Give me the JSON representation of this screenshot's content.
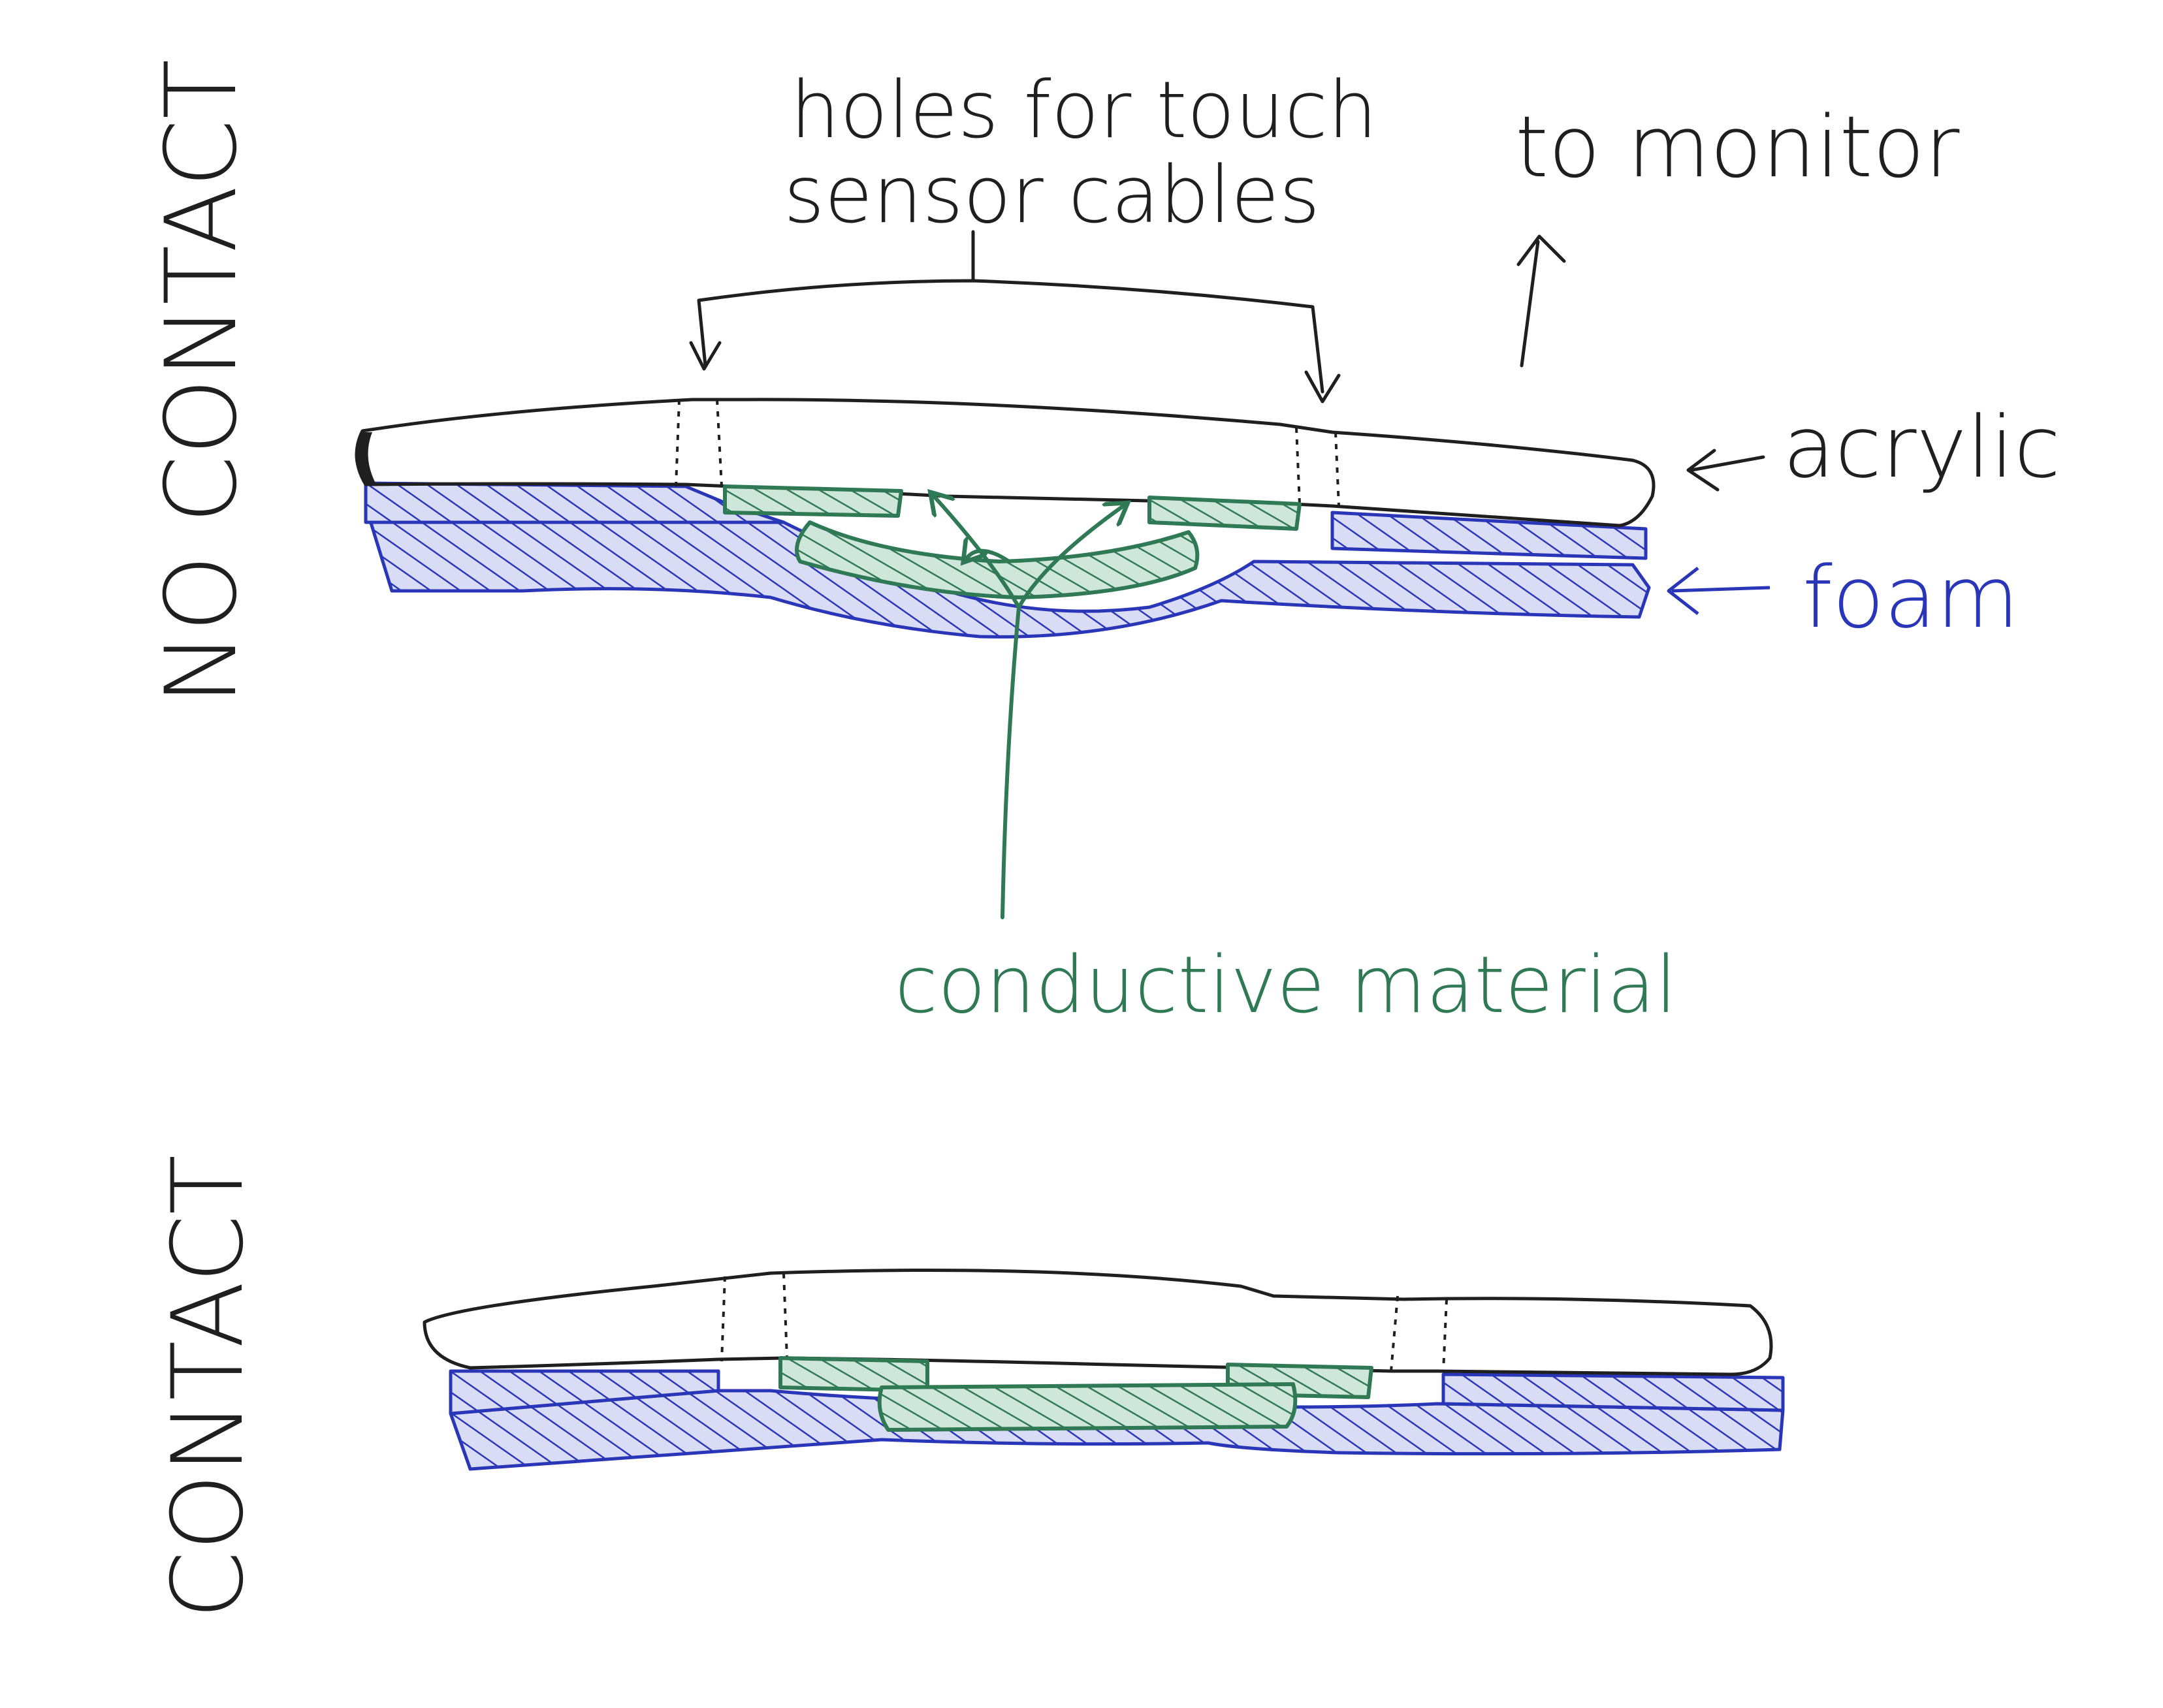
{
  "labels": {
    "no_contact": "NO CONTACT",
    "contact": "CONTACT",
    "holes": "holes for touch sensor cables",
    "holes_line1": "holes for touch",
    "holes_line2": "sensor cables",
    "to_monitor": "to monitor",
    "acrylic": "acrylic",
    "foam": "foam",
    "conductive": "conductive material"
  },
  "colors": {
    "ink": "#1f1f1f",
    "foam": "#2a36b8",
    "conductive": "#2f7a55"
  }
}
